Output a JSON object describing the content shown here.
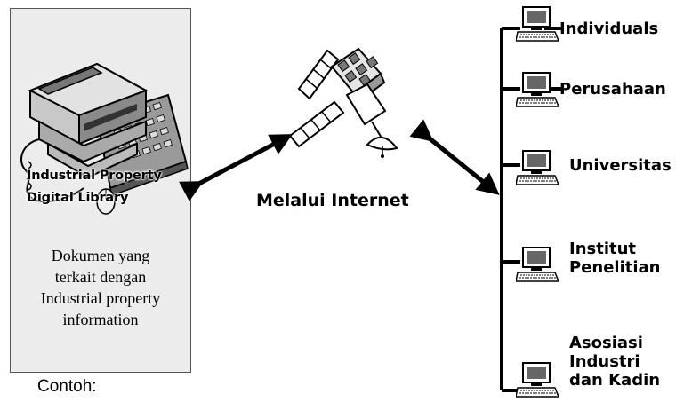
{
  "library_panel": {
    "title_lines": [
      "Industrial Property",
      "Digital Library"
    ],
    "description_lines": [
      "Dokumen yang",
      "terkait dengan",
      "Industrial property",
      "information"
    ]
  },
  "example_label": "Contoh:",
  "channel": {
    "label": "Melalui Internet"
  },
  "recipients": [
    {
      "lines": [
        "Individuals"
      ]
    },
    {
      "lines": [
        "Perusahaan"
      ]
    },
    {
      "lines": [
        "Universitas"
      ]
    },
    {
      "lines": [
        "Institut",
        "Penelitian"
      ]
    },
    {
      "lines": [
        "Asosiasi",
        "Industri",
        "dan Kadin"
      ]
    }
  ]
}
